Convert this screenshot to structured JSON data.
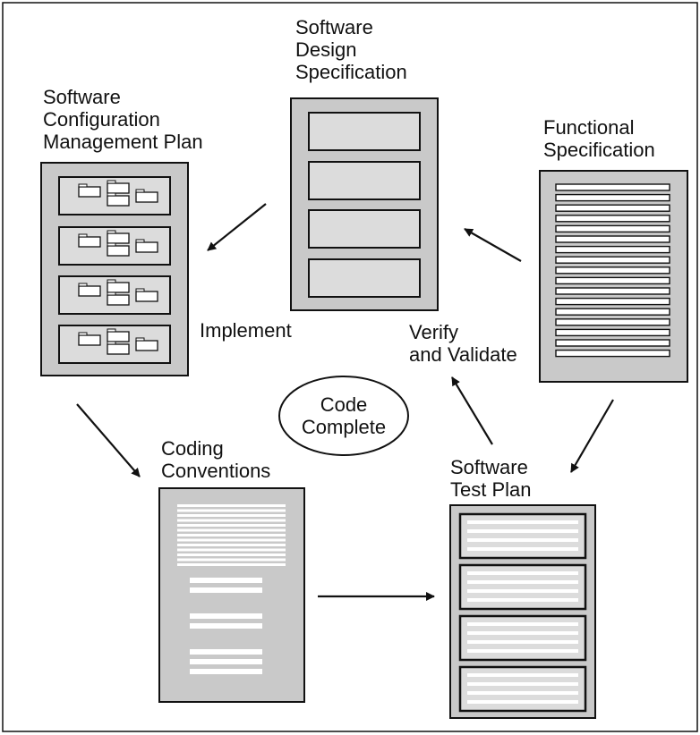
{
  "colors": {
    "page_fill": "#c9c9c9",
    "section_fill": "#dcdcdc",
    "white": "#ffffff",
    "stroke": "#111111"
  },
  "documents": {
    "design_spec": {
      "title": [
        "Software",
        "Design",
        "Specification"
      ]
    },
    "config_plan": {
      "title": [
        "Software",
        "Configuration",
        "Management Plan"
      ]
    },
    "functional_spec": {
      "title": [
        "Functional",
        "Specification"
      ]
    },
    "coding_conventions": {
      "title": [
        "Coding",
        "Conventions"
      ]
    },
    "test_plan": {
      "title": [
        "Software",
        "Test Plan"
      ]
    }
  },
  "labels": {
    "implement": "Implement",
    "verify": [
      "Verify",
      "and Validate"
    ],
    "code_complete": [
      "Code",
      "Complete"
    ]
  }
}
